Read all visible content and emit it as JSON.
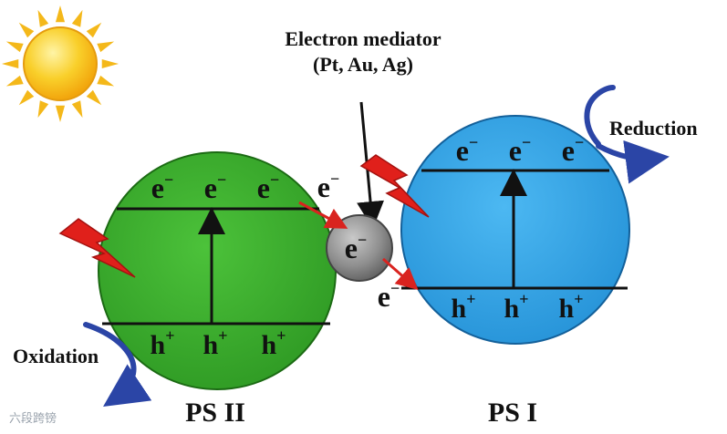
{
  "mediator": {
    "title_line1": "Electron mediator",
    "title_line2": "(Pt, Au, Ag)",
    "electron_label": "e",
    "electron_in_label": "e",
    "electron_out_label": "e"
  },
  "ps2": {
    "label": "PS II",
    "electrons": [
      "e",
      "e",
      "e"
    ],
    "holes": [
      "h",
      "h",
      "h"
    ],
    "process_label": "Oxidation",
    "color": "#3cab2c"
  },
  "ps1": {
    "label": "PS I",
    "electrons": [
      "e",
      "e",
      "e"
    ],
    "holes": [
      "h",
      "h",
      "h"
    ],
    "process_label": "Reduction",
    "color": "#35a7e6"
  },
  "superscripts": {
    "electron": "−",
    "hole": "+"
  },
  "colors": {
    "sun": "#f7c51e",
    "light_bolt": "#e0201b",
    "arrow_transfer": "#d9231f",
    "process_arrow": "#2b45a6",
    "mediator_sphere": "#8a8a8a"
  },
  "icons": [
    "sun-icon",
    "lightning-bolt-icon",
    "curved-arrow-icon"
  ],
  "watermark": "六段跨镑"
}
